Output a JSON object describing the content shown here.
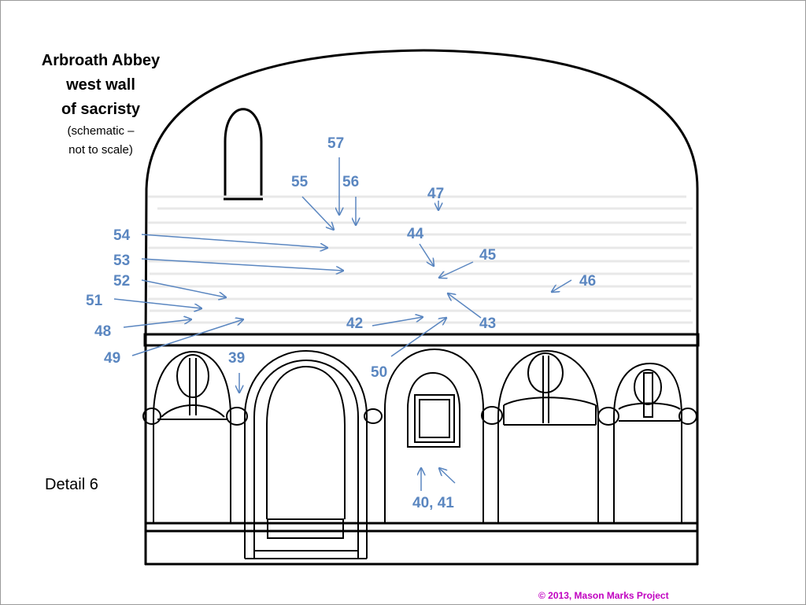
{
  "title": {
    "line1": "Arbroath Abbey",
    "line2": "west wall",
    "line3": "of sacristy",
    "sub1": "(schematic –",
    "sub2": "not to scale)"
  },
  "detail_label": "Detail 6",
  "copyright": "© 2013, Mason Marks Project",
  "colors": {
    "marker": "#5a86c0",
    "copyright": "#c000c0",
    "outline": "#000000"
  },
  "markers": {
    "m57": "57",
    "m55": "55",
    "m56": "56",
    "m47": "47",
    "m54": "54",
    "m44": "44",
    "m45": "45",
    "m53": "53",
    "m52": "52",
    "m46": "46",
    "m51": "51",
    "m42": "42",
    "m43": "43",
    "m48": "48",
    "m49": "49",
    "m39": "39",
    "m50": "50",
    "m40_41": "40, 41"
  }
}
